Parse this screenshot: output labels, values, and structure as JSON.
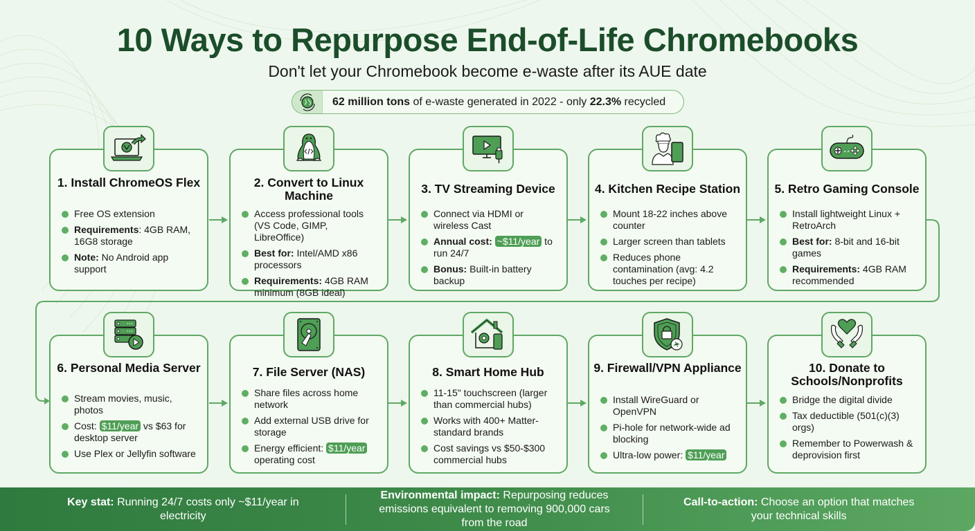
{
  "header": {
    "title": "10 Ways to Repurpose End-of-Life Chromebooks",
    "subtitle": "Don't let your Chromebook become e-waste after its AUE date",
    "stat": {
      "icon": "recycle-globe-icon",
      "bold1": "62 million tons",
      "text1": " of e-waste generated in 2022 - only ",
      "bold2": "22.3%",
      "text2": " recycled"
    }
  },
  "colors": {
    "title": "#1b4d2a",
    "accent": "#5fa864",
    "highlight": "#4e9e55",
    "background": "#eef7ed",
    "footer_start": "#2f7a3e",
    "footer_end": "#5ca863"
  },
  "cards": [
    {
      "number": 1,
      "title": "1. Install ChromeOS Flex",
      "icon": "laptop-chrome-icon",
      "items": [
        {
          "label": "",
          "text": "Free OS extension"
        },
        {
          "label": "Requirements",
          "text": ": 4GB RAM, 16G8 storage"
        },
        {
          "label": "Note:",
          "text": " No Android app support"
        }
      ]
    },
    {
      "number": 2,
      "title": "2. Convert to Linux Machine",
      "icon": "linux-penguin-icon",
      "items": [
        {
          "label": "",
          "text": "Access professional tools (VS Code, GIMP, LibreOffice)"
        },
        {
          "label": "Best for:",
          "text": " Intel/AMD x86 processors"
        },
        {
          "label": "Requirements:",
          "text": " 4GB RAM minimum (8GB ideal)"
        }
      ]
    },
    {
      "number": 3,
      "title": "3. TV Streaming Device",
      "icon": "tv-hdmi-icon",
      "items": [
        {
          "label": "",
          "text": "Connect via HDMI or wireless Cast"
        },
        {
          "label": "Annual cost:",
          "pre": " ",
          "highlight": "~$11/year",
          "text": " to run 24/7"
        },
        {
          "label": "Bonus:",
          "text": " Built-in battery backup"
        }
      ]
    },
    {
      "number": 4,
      "title": "4. Kitchen Recipe Station",
      "icon": "chef-tablet-icon",
      "items": [
        {
          "label": "",
          "text": "Mount 18-22 inches above counter"
        },
        {
          "label": "",
          "text": "Larger screen than tablets"
        },
        {
          "label": "",
          "text": "Reduces phone contamination (avg: 4.2 touches per recipe)"
        }
      ]
    },
    {
      "number": 5,
      "title": "5. Retro Gaming Console",
      "icon": "gamepad-icon",
      "items": [
        {
          "label": "",
          "text": "Install lightweight Linux + RetroArch"
        },
        {
          "label": "Best for:",
          "text": " 8-bit and 16-bit games"
        },
        {
          "label": "Requirements:",
          "text": " 4GB RAM recommended"
        }
      ]
    },
    {
      "number": 6,
      "title": "6. Personal Media Server",
      "icon": "server-play-icon",
      "items": [
        {
          "label": "",
          "text": "Stream movies, music, photos"
        },
        {
          "label": "",
          "pre": "Cost: ",
          "highlight": "$11/year",
          "text": " vs $63 for desktop server"
        },
        {
          "label": "",
          "text": "Use Plex or Jellyfin software"
        }
      ]
    },
    {
      "number": 7,
      "title": "7. File Server (NAS)",
      "icon": "hard-drive-icon",
      "items": [
        {
          "label": "",
          "text": "Share files across home network"
        },
        {
          "label": "",
          "text": "Add external USB drive for storage"
        },
        {
          "label": "",
          "pre": "Energy efficient: ",
          "highlight": "$11/year",
          "text": " operating cost"
        }
      ]
    },
    {
      "number": 8,
      "title": "8. Smart Home Hub",
      "icon": "smart-home-icon",
      "items": [
        {
          "label": "",
          "text": "11-15\" touchscreen (larger than commercial hubs)"
        },
        {
          "label": "",
          "text": "Works with 400+ Matter-standard brands"
        },
        {
          "label": "",
          "text": "Cost savings vs $50-$300 commercial hubs"
        }
      ]
    },
    {
      "number": 9,
      "title": "9. Firewall/VPN Appliance",
      "icon": "shield-lock-icon",
      "items": [
        {
          "label": "",
          "text": "Install WireGuard or OpenVPN"
        },
        {
          "label": "",
          "text": "Pi-hole for network-wide ad blocking"
        },
        {
          "label": "",
          "pre": "Ultra-low power: ",
          "highlight": "$11/year",
          "text": ""
        }
      ]
    },
    {
      "number": 10,
      "title": "10. Donate to Schools/Nonprofits",
      "icon": "heart-hands-icon",
      "items": [
        {
          "label": "",
          "text": "Bridge the digital divide"
        },
        {
          "label": "",
          "text": "Tax deductible (501(c)(3) orgs)"
        },
        {
          "label": "",
          "text": "Remember to Powerwash & deprovision first"
        }
      ]
    }
  ],
  "footer": [
    {
      "label": "Key stat:",
      "text": " Running 24/7 costs only ~$11/year in electricity"
    },
    {
      "label": "Environmental impact:",
      "text": " Repurposing reduces emissions equivalent to removing 900,000 cars from the road"
    },
    {
      "label": "Call-to-action:",
      "text": " Choose an option that matches your technical skills"
    }
  ]
}
